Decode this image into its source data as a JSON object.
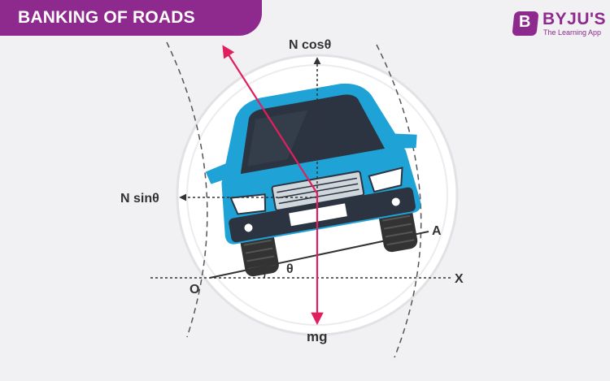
{
  "title": "BANKING OF ROADS",
  "logo": {
    "badge_letter": "B",
    "name": "BYJU'S",
    "tagline": "The Learning App"
  },
  "labels": {
    "n_cos": "N cosθ",
    "n_sin": "N sinθ",
    "mg": "mg",
    "theta": "θ",
    "point_o": "O",
    "point_a": "A",
    "point_x": "X"
  },
  "colors": {
    "banner": "#8e2a8e",
    "car_body": "#1fa3d6",
    "force_arrow": "#e0205e",
    "background": "#f1f1f3"
  }
}
